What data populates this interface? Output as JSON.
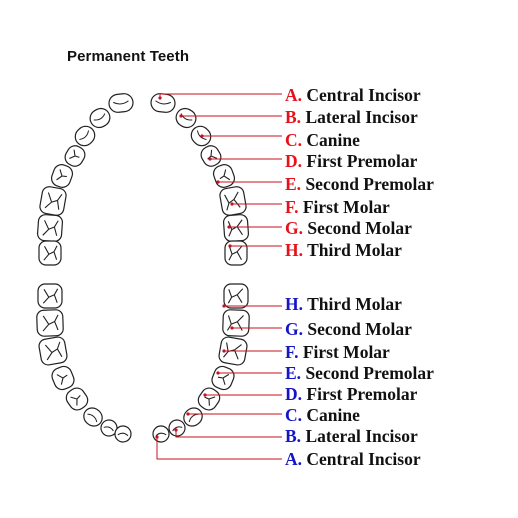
{
  "title": "Permanent Teeth",
  "colors": {
    "upper_letters": "#e8101a",
    "lower_letters": "#1515c8",
    "leader_lines": "#c81020",
    "tooth_outline": "#222222"
  },
  "upper_labels": [
    {
      "letter": "A.",
      "name": "Central Incisor"
    },
    {
      "letter": "B.",
      "name": "Lateral Incisor"
    },
    {
      "letter": "C.",
      "name": "Canine"
    },
    {
      "letter": "D.",
      "name": "First Premolar"
    },
    {
      "letter": "E.",
      "name": "Second Premolar"
    },
    {
      "letter": "F.",
      "name": "First Molar"
    },
    {
      "letter": "G.",
      "name": "Second Molar"
    },
    {
      "letter": "H.",
      "name": "Third Molar"
    }
  ],
  "lower_labels": [
    {
      "letter": "H.",
      "name": "Third Molar"
    },
    {
      "letter": "G.",
      "name": "Second Molar"
    },
    {
      "letter": "F.",
      "name": "First Molar"
    },
    {
      "letter": "E.",
      "name": "Second Premolar"
    },
    {
      "letter": "D.",
      "name": "First Premolar"
    },
    {
      "letter": "C.",
      "name": "Canine"
    },
    {
      "letter": "B.",
      "name": "Lateral Incisor"
    },
    {
      "letter": "A.",
      "name": "Central Incisor"
    }
  ]
}
